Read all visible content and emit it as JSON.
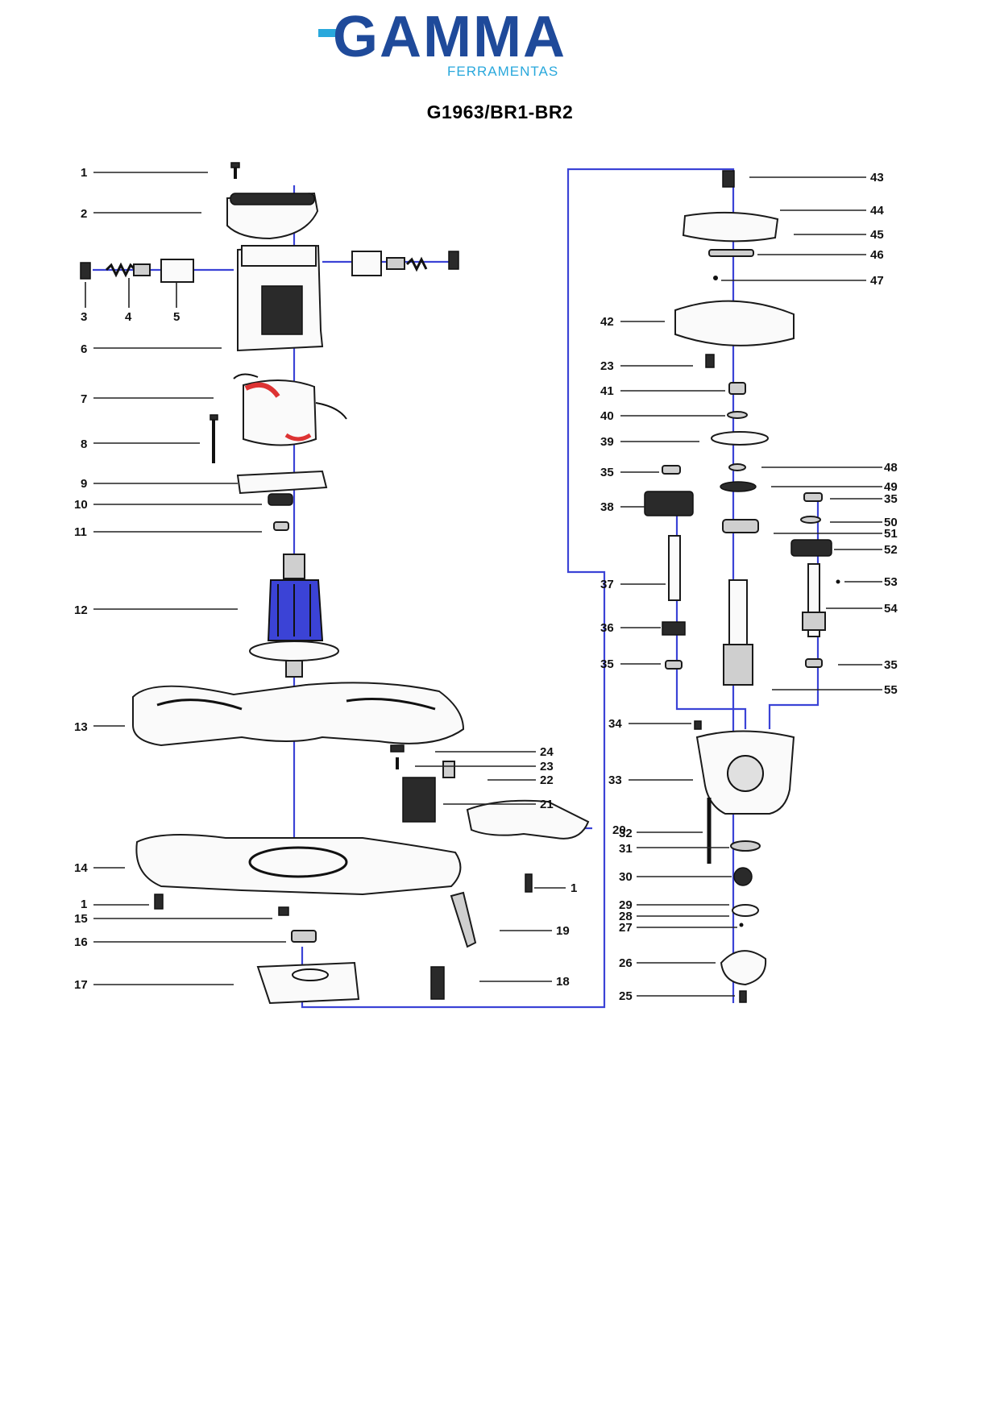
{
  "brand": {
    "name": "GAMMA",
    "tagline": "FERRAMENTAS",
    "colors": {
      "primary": "#1f4a9a",
      "accent": "#29a8dc"
    }
  },
  "model": "G1963/BR1-BR2",
  "diagram": {
    "axis_color": "#3b43d6",
    "left_callouts": [
      "1",
      "2",
      "3",
      "4",
      "5",
      "6",
      "7",
      "8",
      "9",
      "10",
      "11",
      "12",
      "13",
      "14",
      "1",
      "15",
      "16",
      "17"
    ],
    "center_callouts": [
      "24",
      "23",
      "22",
      "21",
      "20",
      "1",
      "19",
      "18"
    ],
    "right_column_labels": [
      "43",
      "44",
      "45",
      "46",
      "47",
      "48",
      "49",
      "35",
      "50",
      "51",
      "52",
      "53",
      "54",
      "35",
      "55"
    ],
    "inner_right_labels": [
      "42",
      "23",
      "41",
      "40",
      "39",
      "35",
      "38",
      "37",
      "36",
      "35",
      "34",
      "33",
      "32",
      "31",
      "30",
      "29",
      "28",
      "27",
      "26",
      "25"
    ]
  }
}
